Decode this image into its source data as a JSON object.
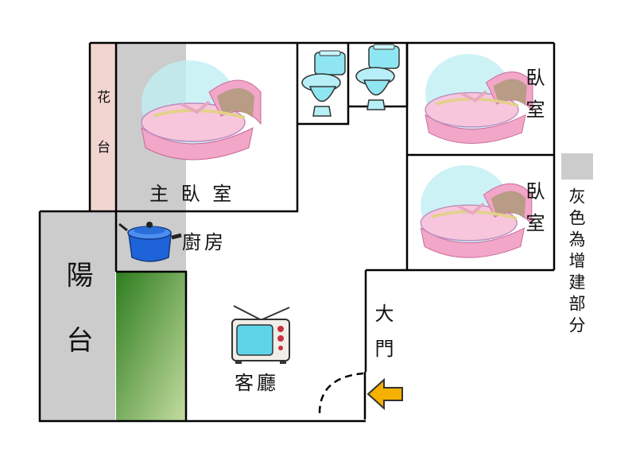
{
  "rooms": {
    "master_bedroom": "主 臥 室",
    "bedroom_1": "臥室",
    "bedroom_2": "臥室",
    "kitchen": "廚房",
    "living_room": "客廳",
    "balcony": "陽台",
    "flower_bed": "花台",
    "main_door": "大門"
  },
  "legend": {
    "text": "灰色為增建部分",
    "swatch_color": "#cccccc"
  },
  "colors": {
    "added_area": "#cccccc",
    "flower_bed": "#f2d4d0",
    "garden_dark": "#2e7d1f",
    "garden_light": "#c4dca0",
    "arrow": "#f5b000",
    "wall": "#000000"
  },
  "icons": [
    "cradle-icon",
    "toilet-icon",
    "pot-icon",
    "tv-icon",
    "arrow-icon",
    "door-swing-icon"
  ]
}
